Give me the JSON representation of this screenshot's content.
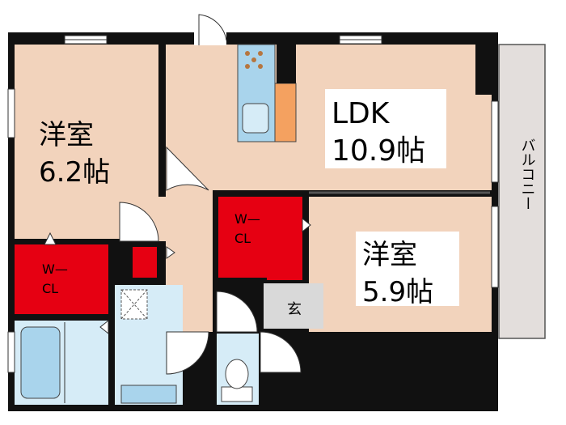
{
  "rooms": {
    "western_room_1": {
      "name": "洋室",
      "size": "6.2帖"
    },
    "ldk": {
      "name": "LDK",
      "size": "10.9帖"
    },
    "western_room_2": {
      "name": "洋室",
      "size": "5.9帖"
    },
    "walk_in_closet_1": {
      "line1": "W—",
      "line2": "CL"
    },
    "walk_in_closet_2": {
      "line1": "W—",
      "line2": "CL"
    },
    "entrance": {
      "name": "玄"
    },
    "balcony": {
      "name": "バルコニー"
    }
  },
  "colors": {
    "room_floor": "#f2d3bc",
    "closet": "#e60012",
    "wet_area": "#d6ecf7",
    "fixture": "#a9d4ec",
    "entrance": "#d9d9d9",
    "balcony": "#e3dedc",
    "wall": "#111111",
    "kitchen_counter": "#f4a160"
  }
}
